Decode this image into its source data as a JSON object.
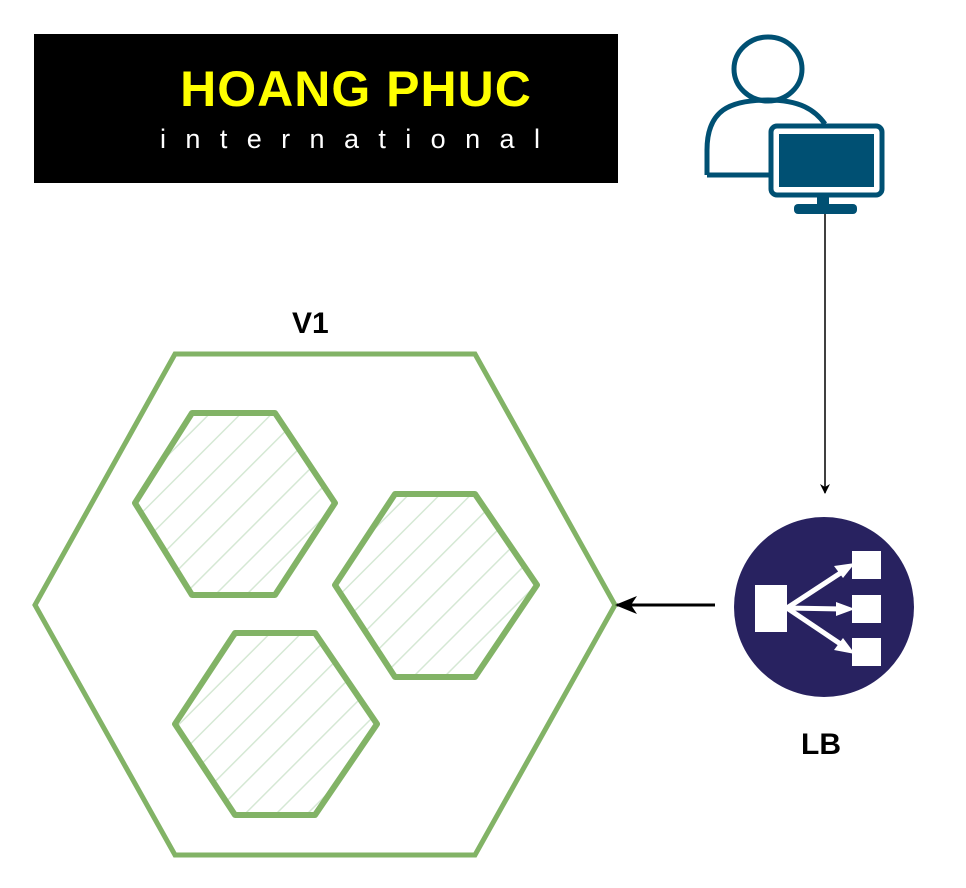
{
  "logo": {
    "title": "HOANG PHUC",
    "subtitle": "international"
  },
  "labels": {
    "cluster": "V1",
    "load_balancer": "LB"
  },
  "colors": {
    "cluster_stroke": "#82b366",
    "pod_fill": "#d5e8d4",
    "lb_fill": "#282260",
    "user_icon": "#005073"
  },
  "icons": {
    "user": "user-computer-icon",
    "lb": "load-balancer-icon"
  }
}
